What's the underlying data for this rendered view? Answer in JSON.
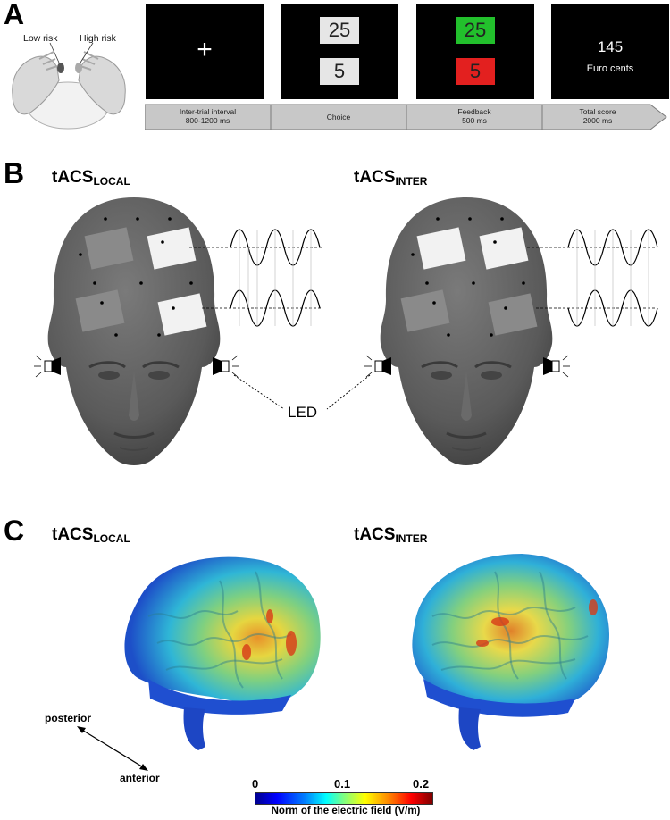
{
  "panels": {
    "a": "A",
    "b": "B",
    "c": "C"
  },
  "panel_a": {
    "hand_labels": {
      "low": "Low risk",
      "high": "High risk"
    },
    "screens": {
      "fixation": "+",
      "choice": {
        "top": "25",
        "bottom": "5"
      },
      "feedback": {
        "top": "25",
        "bottom": "5"
      },
      "score": {
        "value": "145",
        "unit": "Euro cents"
      }
    },
    "timeline": [
      {
        "name": "Inter-trial interval",
        "duration": "800-1200 ms"
      },
      {
        "name": "Choice",
        "duration": ""
      },
      {
        "name": "Feedback",
        "duration": "500 ms"
      },
      {
        "name": "Total score",
        "duration": "2000 ms"
      }
    ],
    "colors": {
      "choice_box": "#e6e6e6",
      "gain": "#22c02c",
      "loss": "#e3201f",
      "timeline": "#c8c8c8"
    }
  },
  "panel_b": {
    "local": {
      "base": "tACS",
      "sub": "LOCAL"
    },
    "inter": {
      "base": "tACS",
      "sub": "INTER"
    },
    "led_label": "LED"
  },
  "panel_c": {
    "local": {
      "base": "tACS",
      "sub": "LOCAL"
    },
    "inter": {
      "base": "tACS",
      "sub": "INTER"
    },
    "posterior": "posterior",
    "anterior": "anterior",
    "colorbar": {
      "ticks": [
        "0",
        "0.1",
        "0.2"
      ],
      "label": "Norm of the electric field (V/m)",
      "colormap": "jet"
    }
  }
}
